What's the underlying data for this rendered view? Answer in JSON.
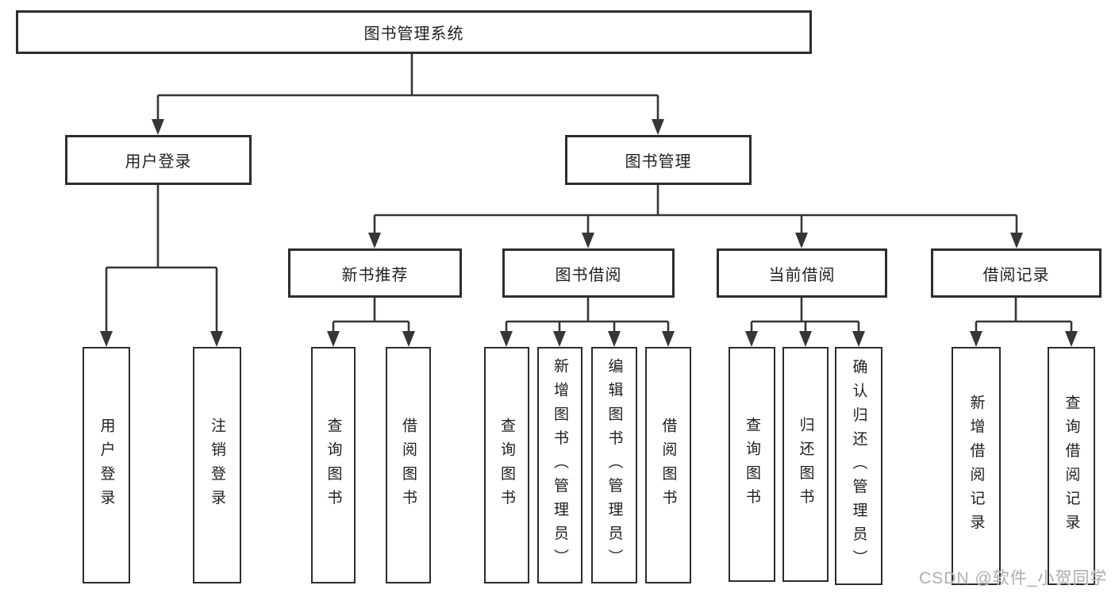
{
  "diagram": {
    "type": "tree",
    "root": {
      "label": "图书管理系统"
    },
    "level2": [
      {
        "label": "用户登录"
      },
      {
        "label": "图书管理"
      }
    ],
    "level3": [
      {
        "label": "新书推荐",
        "parent": "图书管理"
      },
      {
        "label": "图书借阅",
        "parent": "图书管理"
      },
      {
        "label": "当前借阅",
        "parent": "图书管理"
      },
      {
        "label": "借阅记录",
        "parent": "图书管理"
      }
    ],
    "leaves": [
      {
        "label": "用户登录",
        "parent": "用户登录"
      },
      {
        "label": "注销登录",
        "parent": "用户登录"
      },
      {
        "label": "查询图书",
        "parent": "新书推荐"
      },
      {
        "label": "借阅图书",
        "parent": "新书推荐"
      },
      {
        "label": "查询图书",
        "parent": "图书借阅"
      },
      {
        "label": "新增图书（管理员）",
        "parent": "图书借阅"
      },
      {
        "label": "编辑图书（管理员）",
        "parent": "图书借阅"
      },
      {
        "label": "借阅图书",
        "parent": "图书借阅"
      },
      {
        "label": "查询图书",
        "parent": "当前借阅"
      },
      {
        "label": "归还图书",
        "parent": "当前借阅"
      },
      {
        "label": "确认归还（管理员）",
        "parent": "当前借阅"
      },
      {
        "label": "新增借阅记录",
        "parent": "借阅记录"
      },
      {
        "label": "查询借阅记录",
        "parent": "借阅记录"
      }
    ],
    "colors": {
      "line": "#363636",
      "box_border": "#2d2d2d",
      "text": "#1f1f1f",
      "background": "#ffffff",
      "watermark": "#b2b2b2"
    }
  },
  "watermark": {
    "text": "CSDN @软件_小贺同学"
  }
}
